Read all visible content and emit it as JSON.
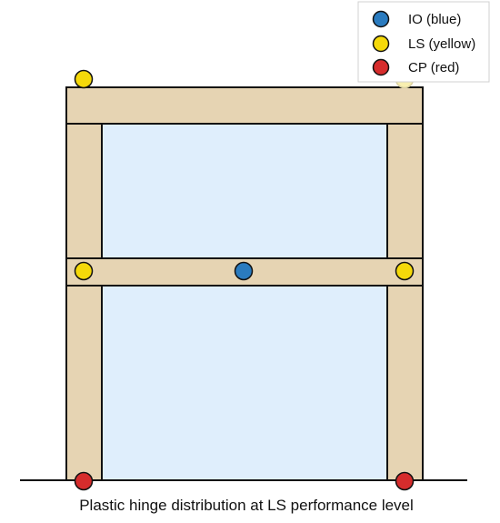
{
  "caption": "Plastic hinge distribution at LS performance level",
  "legend": {
    "items": [
      {
        "label": "IO (blue)",
        "color": "#2a7bbf"
      },
      {
        "label": "LS (yellow)",
        "color": "#f5d90a"
      },
      {
        "label": "CP (red)",
        "color": "#d62c2c"
      }
    ]
  },
  "colors": {
    "member_fill": "#e6d4b3",
    "panel_fill": "#dfeefc",
    "outline": "#111111",
    "io": "#2a7bbf",
    "ls": "#f5d90a",
    "cp": "#d62c2c",
    "ls_faded": "#f8efb0"
  }
}
